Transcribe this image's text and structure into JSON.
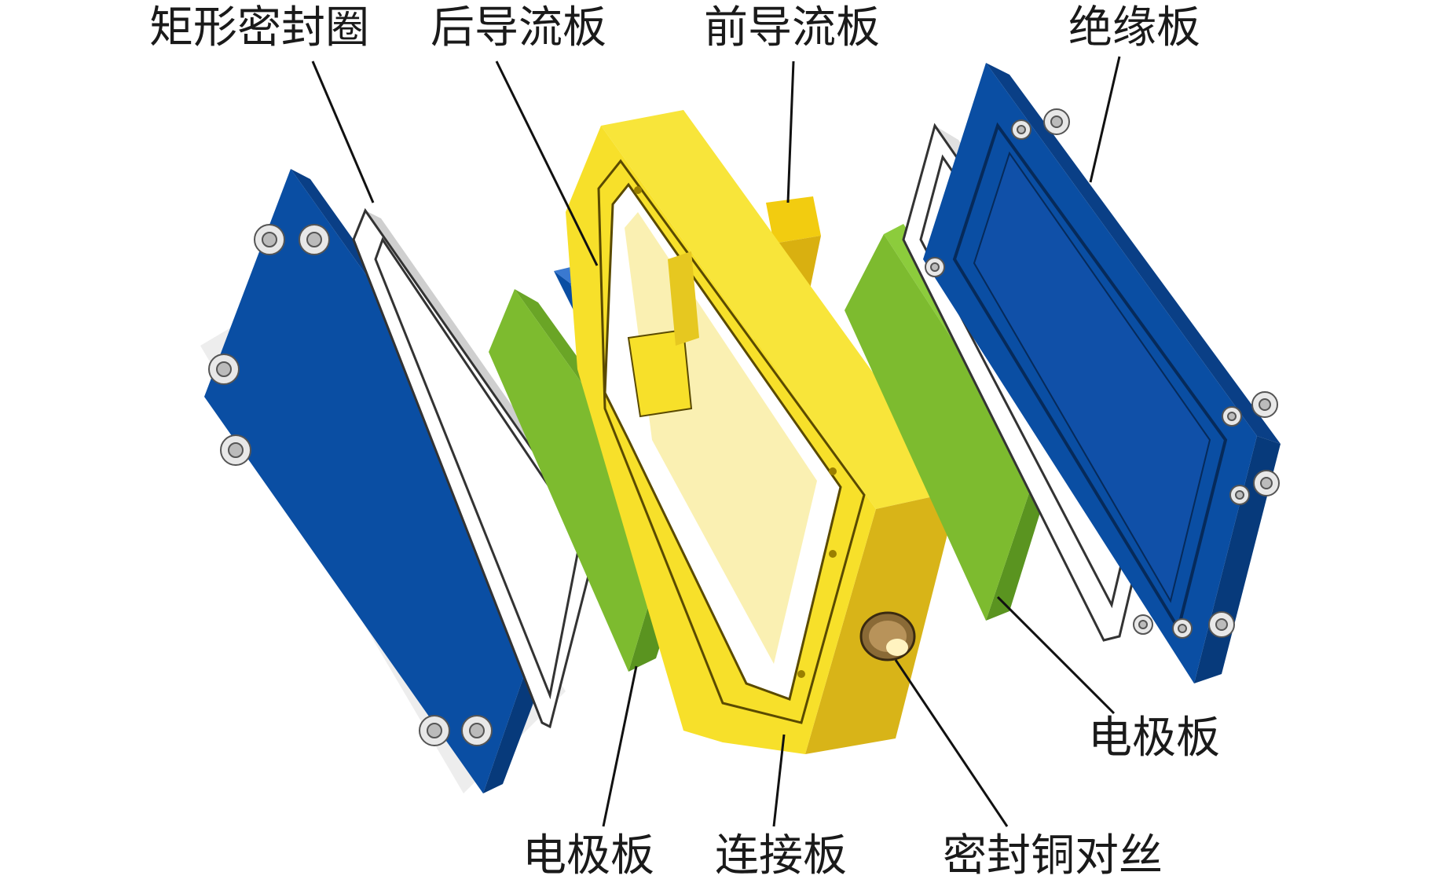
{
  "labels": {
    "seal_ring": "矩形密封圈",
    "rear_flow_plate": "后导流板",
    "front_flow_plate": "前导流板",
    "insulating_plate": "绝缘板",
    "electrode_plate_right": "电极板",
    "electrode_plate_left": "电极板",
    "connecting_plate": "连接板",
    "sealing_copper_fitting": "密封铜对丝"
  },
  "colors": {
    "insulating_plate": "#0a4ea3",
    "electrode_plate": "#7dbb2f",
    "connecting_plate": "#f7e02a",
    "seal_ring": "#ffffff",
    "copper_fitting": "#b8935a"
  }
}
